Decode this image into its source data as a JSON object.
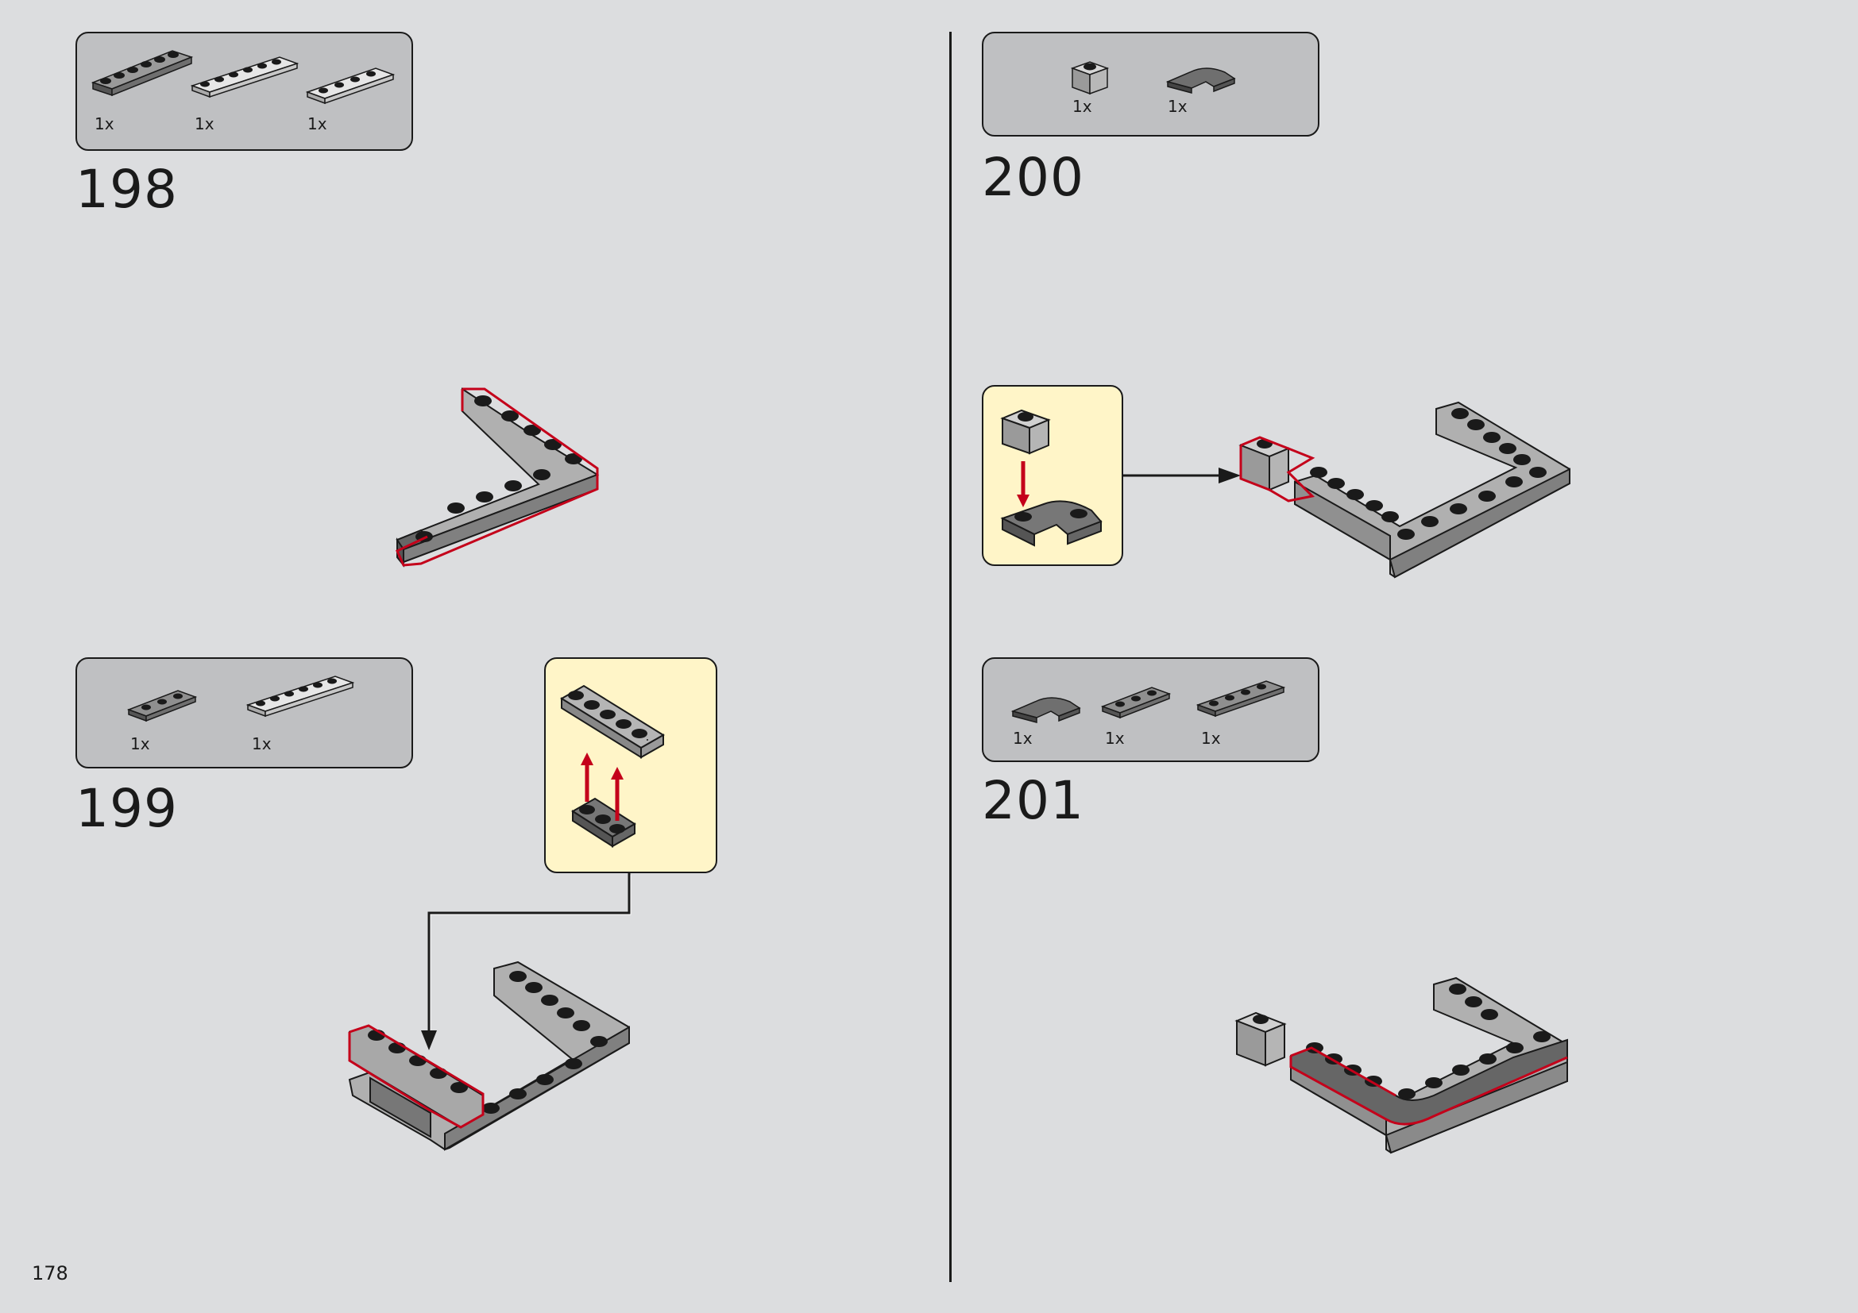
{
  "page": {
    "number": "178"
  },
  "steps": [
    {
      "number": "198",
      "parts": [
        {
          "qty": "1x"
        },
        {
          "qty": "1x"
        },
        {
          "qty": "1x"
        }
      ]
    },
    {
      "number": "199",
      "parts": [
        {
          "qty": "1x"
        },
        {
          "qty": "1x"
        }
      ]
    },
    {
      "number": "200",
      "parts": [
        {
          "qty": "1x"
        },
        {
          "qty": "1x"
        }
      ]
    },
    {
      "number": "201",
      "parts": [
        {
          "qty": "1x"
        },
        {
          "qty": "1x"
        },
        {
          "qty": "1x"
        }
      ]
    }
  ],
  "colors": {
    "background": "#dcdddf",
    "parts_box": "#bfc0c2",
    "callout": "#fff5c8",
    "highlight": "#c4001a",
    "brick_dark": "#6b6b6b",
    "brick_light": "#b8b8b8",
    "stud": "#1a1a1a"
  }
}
